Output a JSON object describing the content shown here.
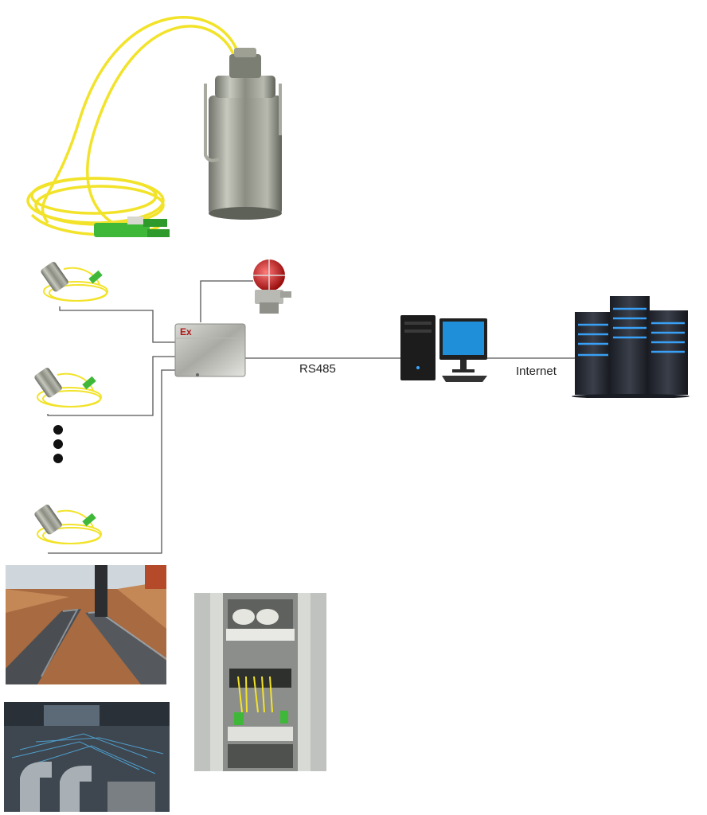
{
  "links": {
    "rs485_label": "RS485",
    "internet_label": "Internet"
  },
  "box": {
    "ex_mark": "Ex"
  },
  "colors": {
    "fiber": "#f2e32a",
    "connector": "#3fb83a",
    "line": "#555555",
    "steel": "#9a9c92",
    "beacon": "#c41818",
    "server_glow": "#3aa6ff",
    "monitor_screen": "#1e8fd8"
  },
  "icons": {
    "sensor_large": "fiber-optic-sensor-icon",
    "sensor_small": "small-fiber-sensor-icon",
    "junction": "explosion-proof-junction-box-icon",
    "beacon": "alarm-beacon-icon",
    "computer": "desktop-computer-icon",
    "server": "server-cluster-icon",
    "ellipsis": "vertical-ellipsis-icon"
  }
}
